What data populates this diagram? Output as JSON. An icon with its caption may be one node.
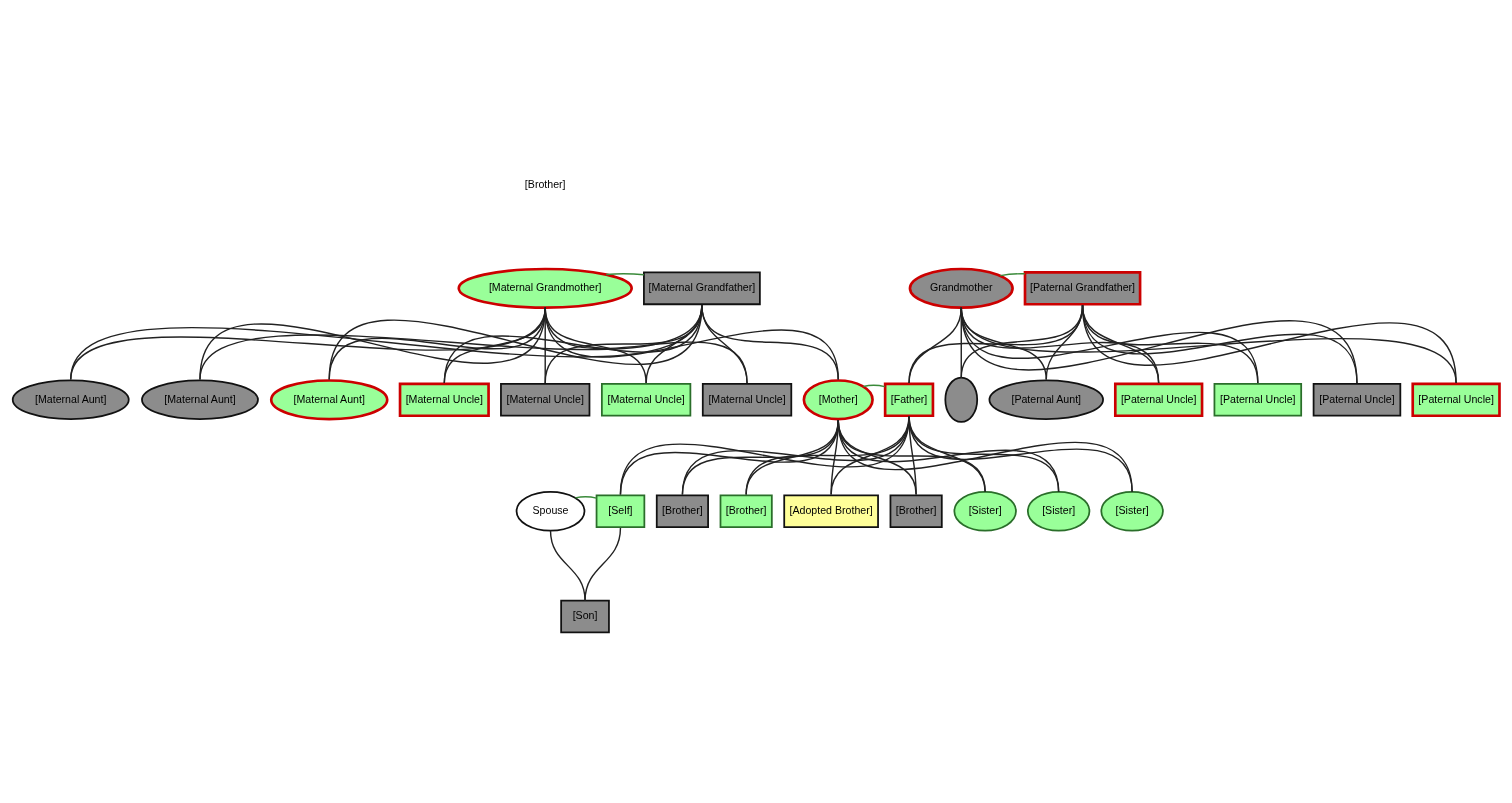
{
  "diagram": {
    "nodes": [
      {
        "text": [
          "[Maternal Grandmother]"
        ]
      },
      {
        "text": [
          "[Maternal Grandfather]"
        ]
      },
      {
        "text": [
          "Grandmother"
        ]
      },
      {
        "text": [
          "[Paternal Grandfather]"
        ]
      },
      {
        "text": [
          "[Maternal Aunt]"
        ]
      },
      {
        "text": [
          "[Maternal Aunt]"
        ]
      },
      {
        "text": [
          "[Maternal Aunt]"
        ]
      },
      {
        "text": [
          "[Maternal Uncle]"
        ]
      },
      {
        "text": [
          "[Maternal Uncle]"
        ]
      },
      {
        "text": [
          "[Maternal Uncle]"
        ]
      },
      {
        "text": [
          "[Maternal Uncle]"
        ]
      },
      {
        "text": [
          "[Mother]"
        ]
      },
      {
        "text": [
          "[Father]"
        ]
      },
      {
        "text": [],
        "shape": "circle"
      },
      {
        "text": [
          "[Paternal Aunt]"
        ]
      },
      {
        "text": [
          "[Paternal Uncle]"
        ]
      },
      {
        "text": [
          "[Paternal Uncle]"
        ]
      },
      {
        "text": [
          "[Paternal Uncle]"
        ]
      },
      {
        "text": [
          "[Paternal Uncle]"
        ]
      },
      {
        "text": [
          "Spouse"
        ]
      },
      {
        "text": [
          "[Self]"
        ]
      },
      {
        "text": [
          "[Brother]"
        ]
      },
      {
        "text": [
          "[Brother]"
        ]
      },
      {
        "text": [
          "[Adopted Brother]"
        ]
      },
      {
        "text": [
          "[Brother]"
        ]
      },
      {
        "text": [
          "[Sister]"
        ]
      },
      {
        "text": [
          "[Sister]"
        ]
      },
      {
        "text": [
          "[Sister]"
        ]
      },
      {
        "text": [
          "[Son]"
        ]
      }
    ],
    "edges": [
      {
        "from": 0,
        "to": 1,
        "arrow": "none",
        "color": "#3a8a3a"
      },
      {
        "from": 2,
        "to": 3,
        "arrow": "none",
        "color": "#3a8a3a"
      },
      {
        "from": 0,
        "to": 4,
        "arrow": "none"
      },
      {
        "from": 1,
        "to": 4,
        "arrow": "none"
      },
      {
        "from": 0,
        "to": 5,
        "arrow": "none"
      },
      {
        "from": 1,
        "to": 5,
        "arrow": "none"
      },
      {
        "from": 0,
        "to": 6,
        "arrow": "none"
      },
      {
        "from": 1,
        "to": 6,
        "arrow": "none"
      },
      {
        "from": 0,
        "to": 7,
        "arrow": "none"
      },
      {
        "from": 1,
        "to": 7,
        "arrow": "none"
      },
      {
        "from": 0,
        "to": 8,
        "arrow": "none"
      },
      {
        "from": 1,
        "to": 8,
        "arrow": "none"
      },
      {
        "from": 0,
        "to": 9,
        "arrow": "none"
      },
      {
        "from": 1,
        "to": 9,
        "arrow": "none"
      },
      {
        "from": 0,
        "to": 10,
        "arrow": "none"
      },
      {
        "from": 1,
        "to": 10,
        "arrow": "none"
      },
      {
        "from": 0,
        "to": 11,
        "arrow": "none"
      },
      {
        "from": 1,
        "to": 11,
        "arrow": "none"
      },
      {
        "from": 2,
        "to": 12,
        "arrow": "none"
      },
      {
        "from": 3,
        "to": 12,
        "arrow": "none"
      },
      {
        "from": 2,
        "to": 13,
        "arrow": "none"
      },
      {
        "from": 3,
        "to": 13,
        "arrow": "none"
      },
      {
        "from": 2,
        "to": 14,
        "arrow": "none"
      },
      {
        "from": 3,
        "to": 14,
        "arrow": "none"
      },
      {
        "from": 2,
        "to": 15,
        "arrow": "none"
      },
      {
        "from": 3,
        "to": 15,
        "arrow": "none"
      },
      {
        "from": 2,
        "to": 16,
        "arrow": "none"
      },
      {
        "from": 3,
        "to": 16,
        "arrow": "none"
      },
      {
        "from": 2,
        "to": 17,
        "arrow": "none"
      },
      {
        "from": 3,
        "to": 17,
        "arrow": "none"
      },
      {
        "from": 2,
        "to": 18,
        "arrow": "none"
      },
      {
        "from": 3,
        "to": 18,
        "arrow": "none"
      },
      {
        "from": 11,
        "to": 12,
        "arrow": "none",
        "color": "#3a8a3a"
      },
      {
        "from": 11,
        "to": 20,
        "arrow": "none"
      },
      {
        "from": 12,
        "to": 20,
        "arrow": "none"
      },
      {
        "from": 11,
        "to": 21,
        "arrow": "none"
      },
      {
        "from": 12,
        "to": 21,
        "arrow": "none"
      },
      {
        "from": 11,
        "to": 22,
        "arrow": "none"
      },
      {
        "from": 12,
        "to": 22,
        "arrow": "none"
      },
      {
        "from": 11,
        "to": 23,
        "arrow": "none"
      },
      {
        "from": 12,
        "to": 23,
        "arrow": "none"
      },
      {
        "from": 11,
        "to": 24,
        "arrow": "none"
      },
      {
        "from": 12,
        "to": 24,
        "arrow": "none"
      },
      {
        "from": 11,
        "to": 25,
        "arrow": "none"
      },
      {
        "from": 12,
        "to": 25,
        "arrow": "none"
      },
      {
        "from": 11,
        "to": 26,
        "arrow": "none"
      },
      {
        "from": 12,
        "to": 26,
        "arrow": "none"
      },
      {
        "from": 11,
        "to": 27,
        "arrow": "none"
      },
      {
        "from": 12,
        "to": 27,
        "arrow": "none"
      },
      {
        "from": 19,
        "to": 20,
        "arrow": "none",
        "color": "#3a8a3a"
      },
      {
        "from": 19,
        "to": 28,
        "arrow": "none"
      },
      {
        "from": 20,
        "to": 28,
        "arrow": "none"
      }
    ],
    "labels": [
      "[Brother]"
    ]
  }
}
